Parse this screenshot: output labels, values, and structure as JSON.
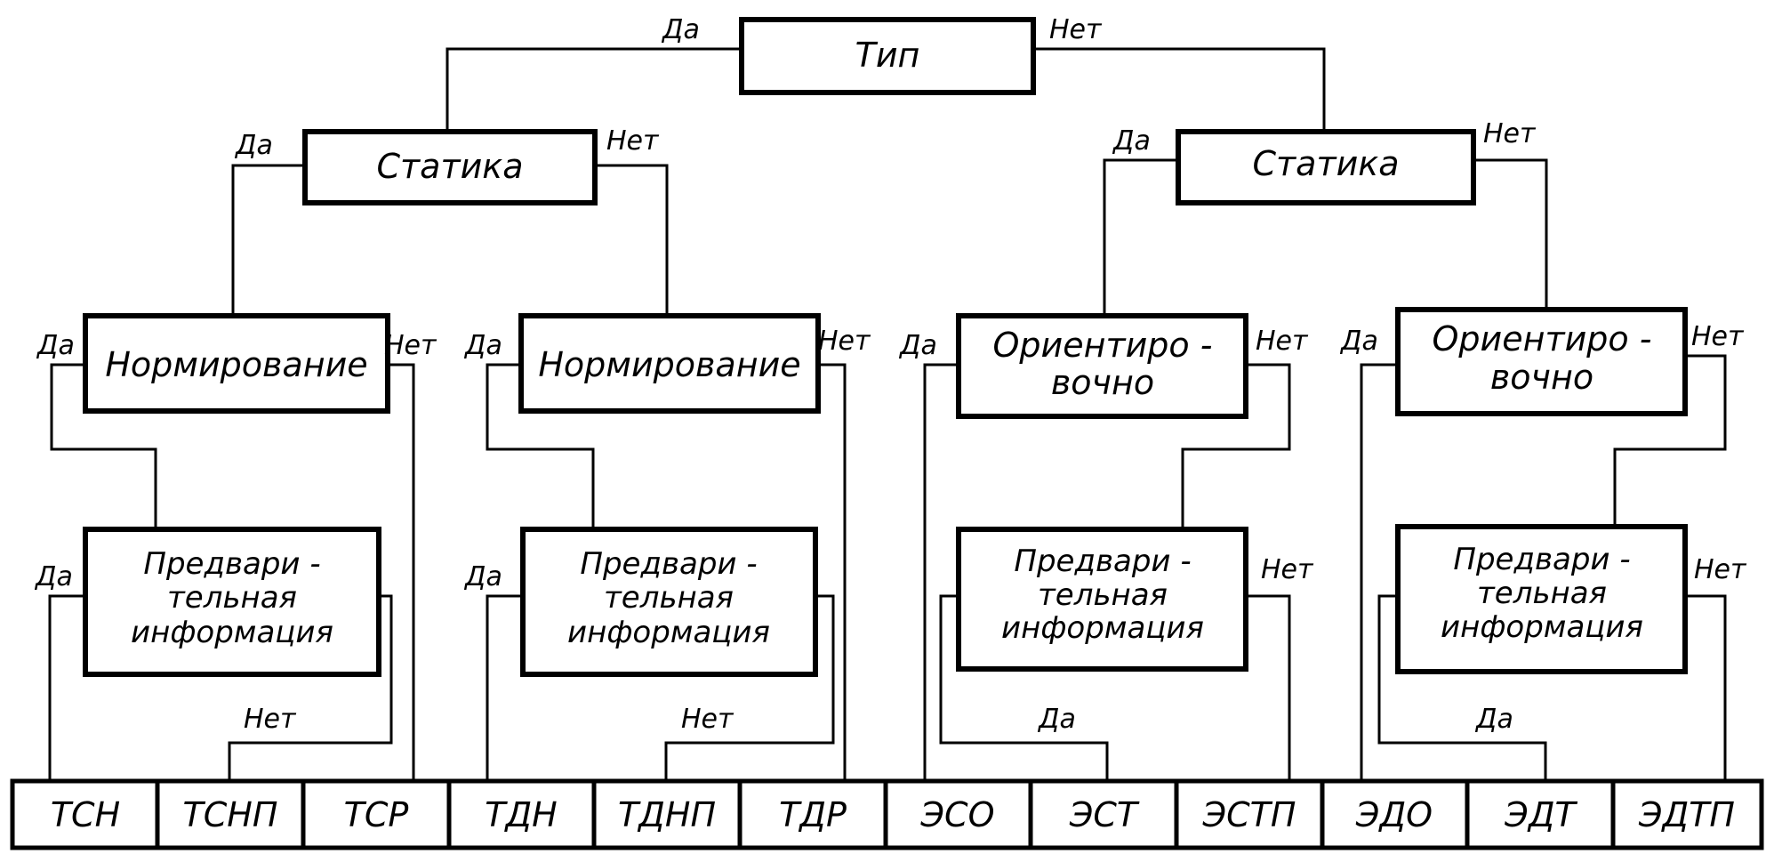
{
  "root": {
    "label": "Тип"
  },
  "statika": [
    {
      "label": "Статика"
    },
    {
      "label": "Статика"
    }
  ],
  "level3": [
    {
      "lines": [
        "Нормирование"
      ]
    },
    {
      "lines": [
        "Нормирование"
      ]
    },
    {
      "lines": [
        "Ориентиро -",
        "вочно"
      ]
    },
    {
      "lines": [
        "Ориентиро -",
        "вочно"
      ]
    }
  ],
  "level4": [
    {
      "lines": [
        "Предвари -",
        "тельная",
        "информация"
      ]
    },
    {
      "lines": [
        "Предвари -",
        "тельная",
        "информация"
      ]
    },
    {
      "lines": [
        "Предвари -",
        "тельная",
        "информация"
      ]
    },
    {
      "lines": [
        "Предвари -",
        "тельная",
        "информация"
      ]
    }
  ],
  "leaves": [
    "ТСН",
    "ТСНП",
    "ТСР",
    "ТДН",
    "ТДНП",
    "ТДР",
    "ЭСО",
    "ЭСТ",
    "ЭСТП",
    "ЭДО",
    "ЭДТ",
    "ЭДТП"
  ],
  "edge_labels": {
    "root_yes": "Да",
    "root_no": "Нет",
    "s1_yes": "Да",
    "s1_no": "Нет",
    "s2_yes": "Да",
    "s2_no": "Нет",
    "n1_yes": "Да",
    "n1_no": "Нет",
    "n2_yes": "Да",
    "n2_no": "Нет",
    "o1_yes": "Да",
    "o1_no": "Нет",
    "o2_yes": "Да",
    "o2_no": "Нет",
    "p1_yes": "Да",
    "p1_no": "Нет",
    "p2_yes": "Да",
    "p2_no": "Нет",
    "p3_yes": "Да",
    "p3_no": "Нет",
    "p4_yes": "Да",
    "p4_no": "Нет"
  }
}
